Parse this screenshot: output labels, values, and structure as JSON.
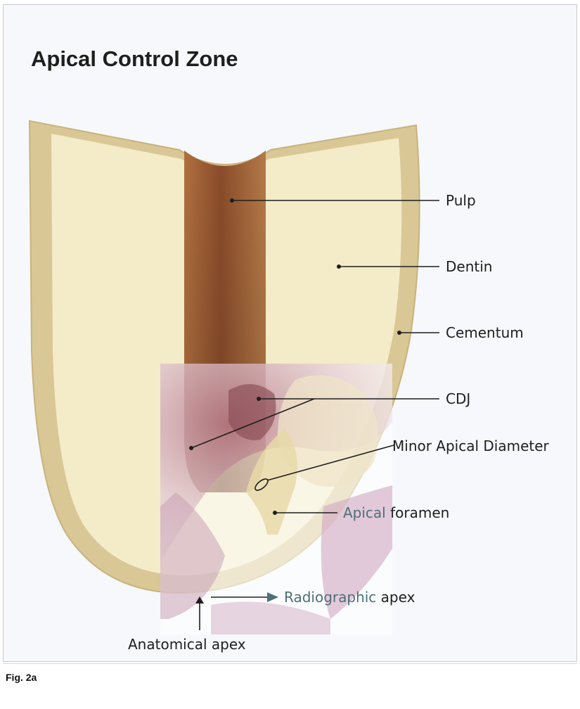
{
  "figure": {
    "title": "Apical Control Zone",
    "caption": "Fig. 2a"
  },
  "labels": {
    "pulp": "Pulp",
    "dentin": "Dentin",
    "cementum": "Cementum",
    "cdj": "CDJ",
    "minor_apical_diameter": "Minor Apical Diameter",
    "apical_foramen_part1": "Apical",
    "apical_foramen_part2": " foramen",
    "radiographic_apex_part1": "Radiographic",
    "radiographic_apex_part2": " apex",
    "anatomical_apex": "Anatomical apex"
  },
  "colors": {
    "cementum": "#d9c795",
    "dentin": "#f3eac5",
    "pulp_dark": "#8a4c2a",
    "pulp_light": "#c98b57",
    "histology_pink": "#c9a0b0",
    "leader_line": "#1e1e1e"
  }
}
